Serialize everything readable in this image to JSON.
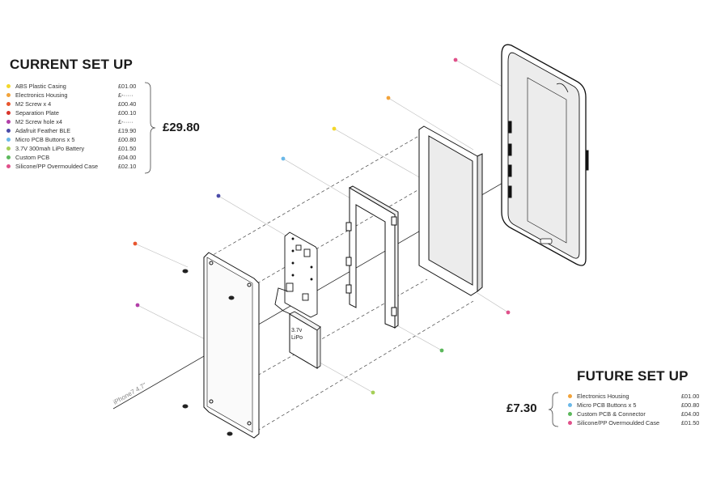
{
  "current": {
    "title": "CURRENT SET UP",
    "total": "£29.80",
    "items": [
      {
        "label": "ABS Plastic Casing",
        "price": "£01.00",
        "color": "#f3d72a"
      },
      {
        "label": "Electronics Housing",
        "price": "£-·····",
        "color": "#f2a33a"
      },
      {
        "label": "M2 Screw x 4",
        "price": "£00.40",
        "color": "#e8562e"
      },
      {
        "label": "Separation Plate",
        "price": "£00.10",
        "color": "#d9342b"
      },
      {
        "label": "M2 Screw hole x4",
        "price": "£-·····",
        "color": "#b23fa8"
      },
      {
        "label": "Adafruit Feather BLE",
        "price": "£19.90",
        "color": "#4b4ba8"
      },
      {
        "label": "Micro PCB Buttons x 5",
        "price": "£00.80",
        "color": "#6ab8e8"
      },
      {
        "label": "3.7V 300mah LiPo Battery",
        "price": "£01.50",
        "color": "#a5cf56"
      },
      {
        "label": "Custom PCB",
        "price": "£04.00",
        "color": "#5cb85c"
      },
      {
        "label": "Silicone/PP Overmoulded Case",
        "price": "£02.10",
        "color": "#e0508a"
      }
    ]
  },
  "future": {
    "title": "FUTURE SET UP",
    "total": "£7.30",
    "items": [
      {
        "label": "Electronics Housing",
        "price": "£01.00",
        "color": "#f2a33a"
      },
      {
        "label": "Micro PCB Buttons x 5",
        "price": "£00.80",
        "color": "#6ab8e8"
      },
      {
        "label": "Custom PCB & Connector",
        "price": "£04.00",
        "color": "#5cb85c"
      },
      {
        "label": "Silicone/PP Overmoulded Case",
        "price": "£01.50",
        "color": "#e0508a"
      }
    ]
  },
  "diagram": {
    "axis_label": "iPhone7 4.7\"",
    "battery_label_line1": "3.7v",
    "battery_label_line2": "LiPo"
  }
}
